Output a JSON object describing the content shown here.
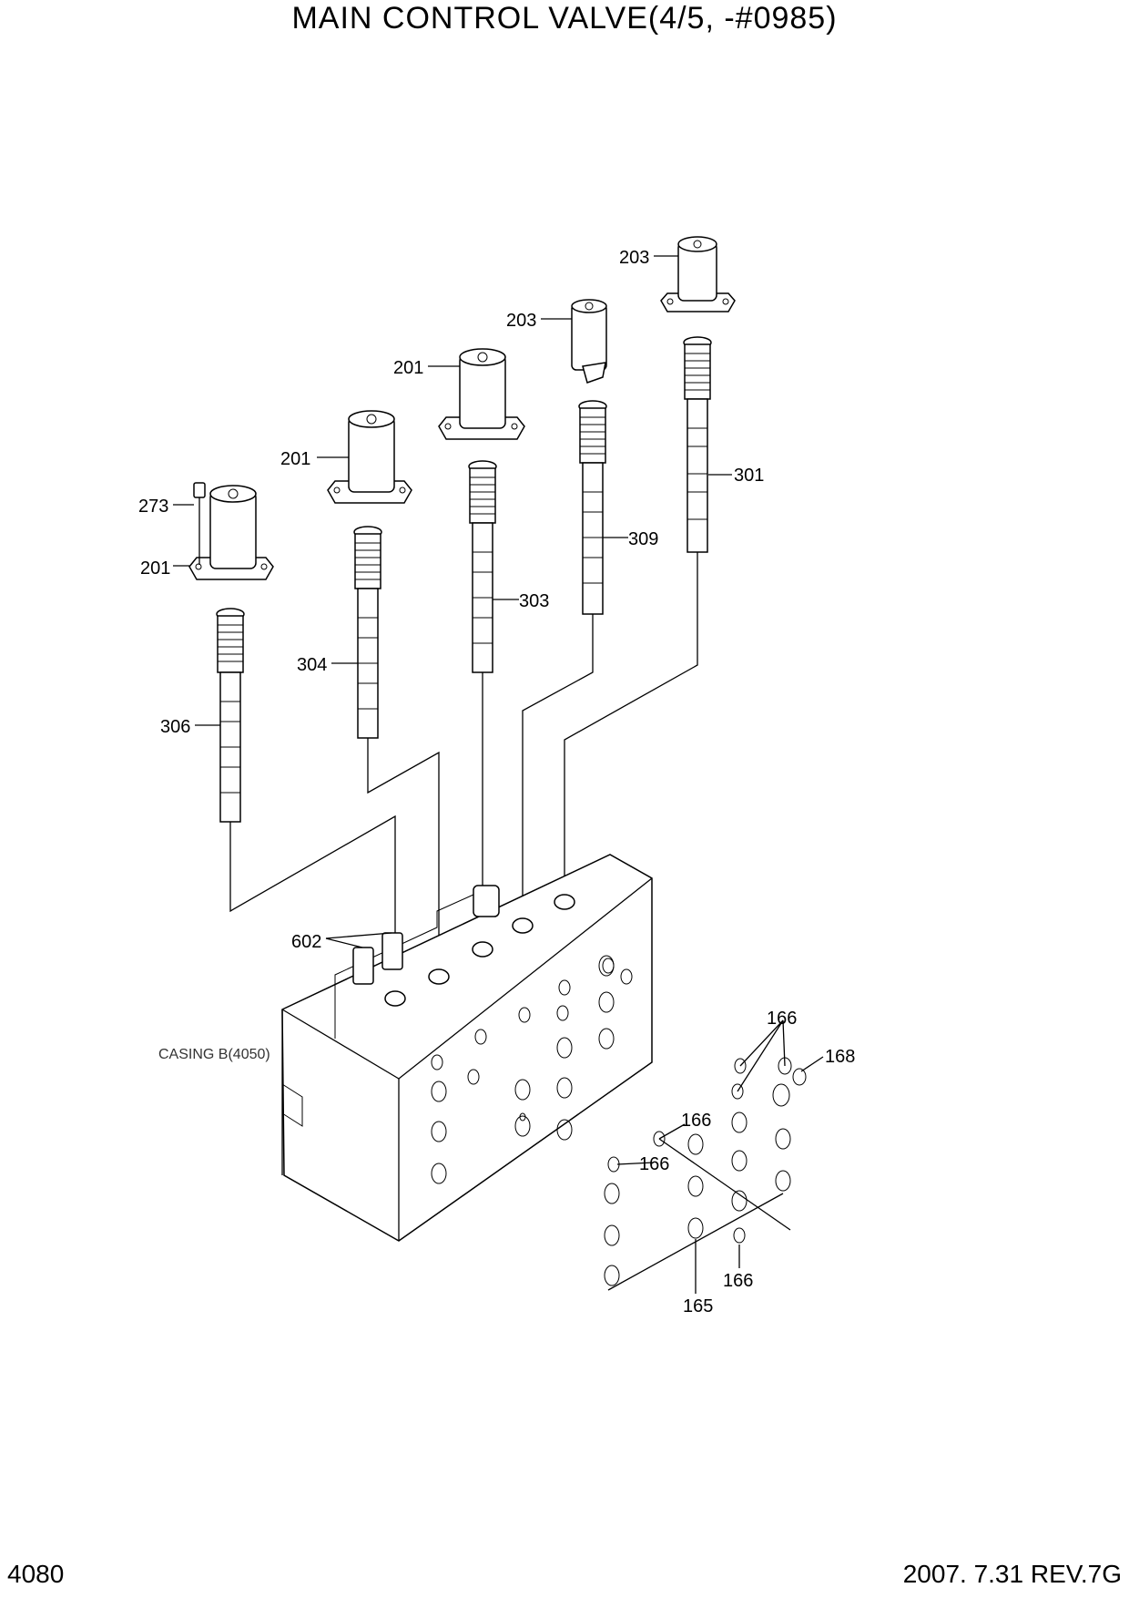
{
  "title": "MAIN CONTROL VALVE(4/5, -#0985)",
  "page_number": "4080",
  "revision": "2007. 7.31 REV.7G",
  "labels": {
    "l203a": "203",
    "l203b": "203",
    "l201a": "201",
    "l201b": "201",
    "l201c": "201",
    "l273": "273",
    "l301": "301",
    "l309": "309",
    "l303": "303",
    "l304": "304",
    "l306": "306",
    "l602": "602",
    "l166a": "166",
    "l168": "168",
    "l166b": "166",
    "l166c": "166",
    "l166d": "166",
    "l165": "165",
    "casing": "CASING B(4050)"
  }
}
